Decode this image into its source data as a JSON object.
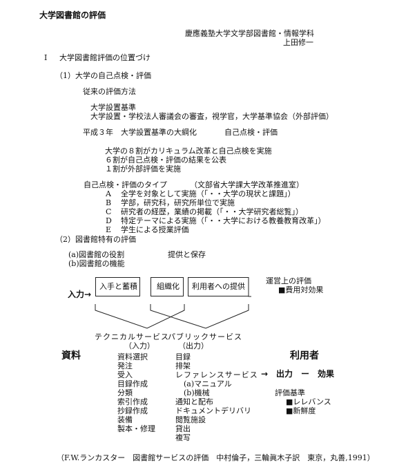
{
  "title": "大学図書館の評価",
  "author": {
    "affiliation": "慶應義塾大学文学部図書館・情報学科",
    "name": "上田修一"
  },
  "section1": {
    "numeral": "I",
    "heading": "大学図書館評価の位置づけ",
    "sub1": {
      "heading": "（1）大学の自己点検・評価",
      "conventional": "従来の評価方法",
      "conventional_items": [
        "大学設置基準",
        "大学設置・学校法人審議会の審査，視学官，大学基準協会（外部評価）"
      ],
      "heisei": "平成３年　大学設置基準の大綱化",
      "heisei_result": "自己点検・評価",
      "stats": [
        "大学の８割がカリキュラム改革と自己点検を実施",
        "６割が自己点検・評価の結果を公表",
        "１割が外部評価を実施"
      ],
      "types_label": "自己点検・評価のタイプ",
      "types_source": "（文部省大学課大学改革推進室）",
      "types": [
        {
          "letter": "A",
          "text": "全学を対象として実施（「・・大学の現状と課題」）"
        },
        {
          "letter": "B",
          "text": "学部，研究科，研究所単位で実施"
        },
        {
          "letter": "C",
          "text": "研究者の経歴，業績の掲載（「・・大学研究者総覧」）"
        },
        {
          "letter": "D",
          "text": "特定テーマによる実施（「・・大学における教養教育改革」）"
        },
        {
          "letter": "E",
          "text": "学生による授業評価"
        }
      ]
    },
    "sub2": {
      "heading": "（2）図書館特有の評価",
      "role": "(a)図書館の役割",
      "role_value": "提供と保存",
      "function": "(b)図書館の機能"
    }
  },
  "diagram": {
    "input_label": "入力→",
    "boxes": [
      "入手と蓄積",
      "組織化",
      "利用者への提供"
    ],
    "operational_eval": "運営上の評価",
    "operational_items": [
      "■費用対効果"
    ],
    "technical": "テクニカルサービス",
    "technical_sub": "（入力）",
    "public": "パブリックサービス",
    "public_sub": "（出力）",
    "materials": "資料",
    "users": "利用者",
    "technical_items": [
      "資料選択",
      "発注",
      "受入",
      "目録作成",
      "分類",
      "索引作成",
      "抄録作成",
      "装備",
      "製本・修理"
    ],
    "public_items": [
      "目録",
      "排架",
      "レファレンスサービス",
      "(a)マニュアル",
      "(b)機械",
      "通知と配布",
      "ドキュメントデリバリ",
      "閲覧施設",
      "貸出",
      "複写"
    ],
    "output_flow": "→　出力　ー　効果",
    "criteria_label": "評価基準",
    "criteria": [
      "■レレバンス",
      "■新鮮度"
    ]
  },
  "citation": "（F.W.ランカスター　図書館サービスの評価　中村倫子，三輪眞木子訳　東京，丸善,1991）"
}
